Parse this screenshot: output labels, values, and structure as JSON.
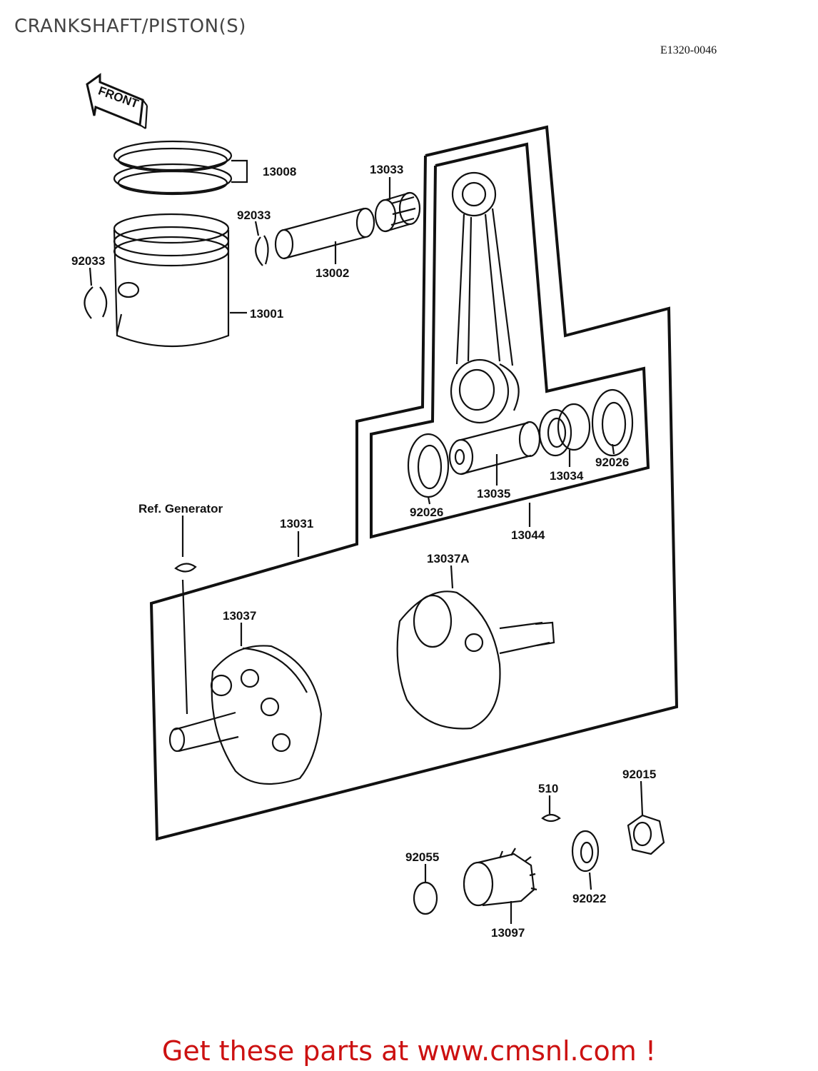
{
  "header": {
    "title": "CRANKSHAFT/PISTON(S)",
    "diagram_code": "E1320-0046"
  },
  "front_arrow": {
    "label": "FRONT"
  },
  "ref_note": "Ref. Generator",
  "parts": [
    {
      "id": "piston-rings",
      "number": "13008"
    },
    {
      "id": "small-end-bearing",
      "number": "13033"
    },
    {
      "id": "circlip-upper",
      "number": "92033"
    },
    {
      "id": "circlip-left",
      "number": "92033"
    },
    {
      "id": "piston-pin",
      "number": "13002"
    },
    {
      "id": "piston",
      "number": "13001"
    },
    {
      "id": "crank-pin",
      "number": "13035"
    },
    {
      "id": "big-end-bearing",
      "number": "13034"
    },
    {
      "id": "washer-right",
      "number": "92026"
    },
    {
      "id": "washer-left",
      "number": "92026"
    },
    {
      "id": "connecting-rod-assy",
      "number": "13044"
    },
    {
      "id": "crankshaft-assy",
      "number": "13031"
    },
    {
      "id": "crank-half-right",
      "number": "13037A"
    },
    {
      "id": "crank-half-left",
      "number": "13037"
    },
    {
      "id": "key-510",
      "number": "510"
    },
    {
      "id": "nut",
      "number": "92015"
    },
    {
      "id": "oil-seal",
      "number": "92055"
    },
    {
      "id": "collar",
      "number": "92022"
    },
    {
      "id": "gear",
      "number": "13097"
    }
  ],
  "footer": {
    "text": "Get these parts at www.cmsnl.com !"
  }
}
